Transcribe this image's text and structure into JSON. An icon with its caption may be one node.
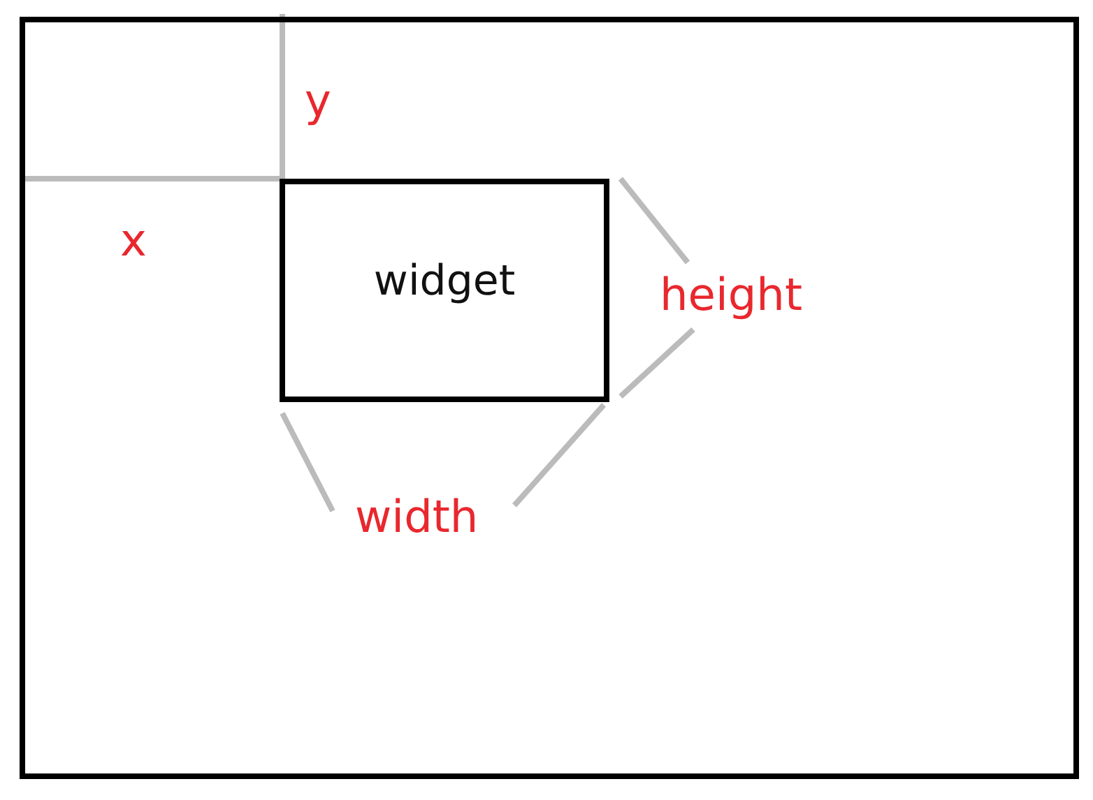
{
  "diagram": {
    "nodes": [
      {
        "text": [],
        "shape": "box"
      },
      {
        "text": [
          "widget"
        ],
        "in": 0
      }
    ],
    "edges": [],
    "labels": [
      "y",
      "x",
      "height",
      "width"
    ]
  }
}
